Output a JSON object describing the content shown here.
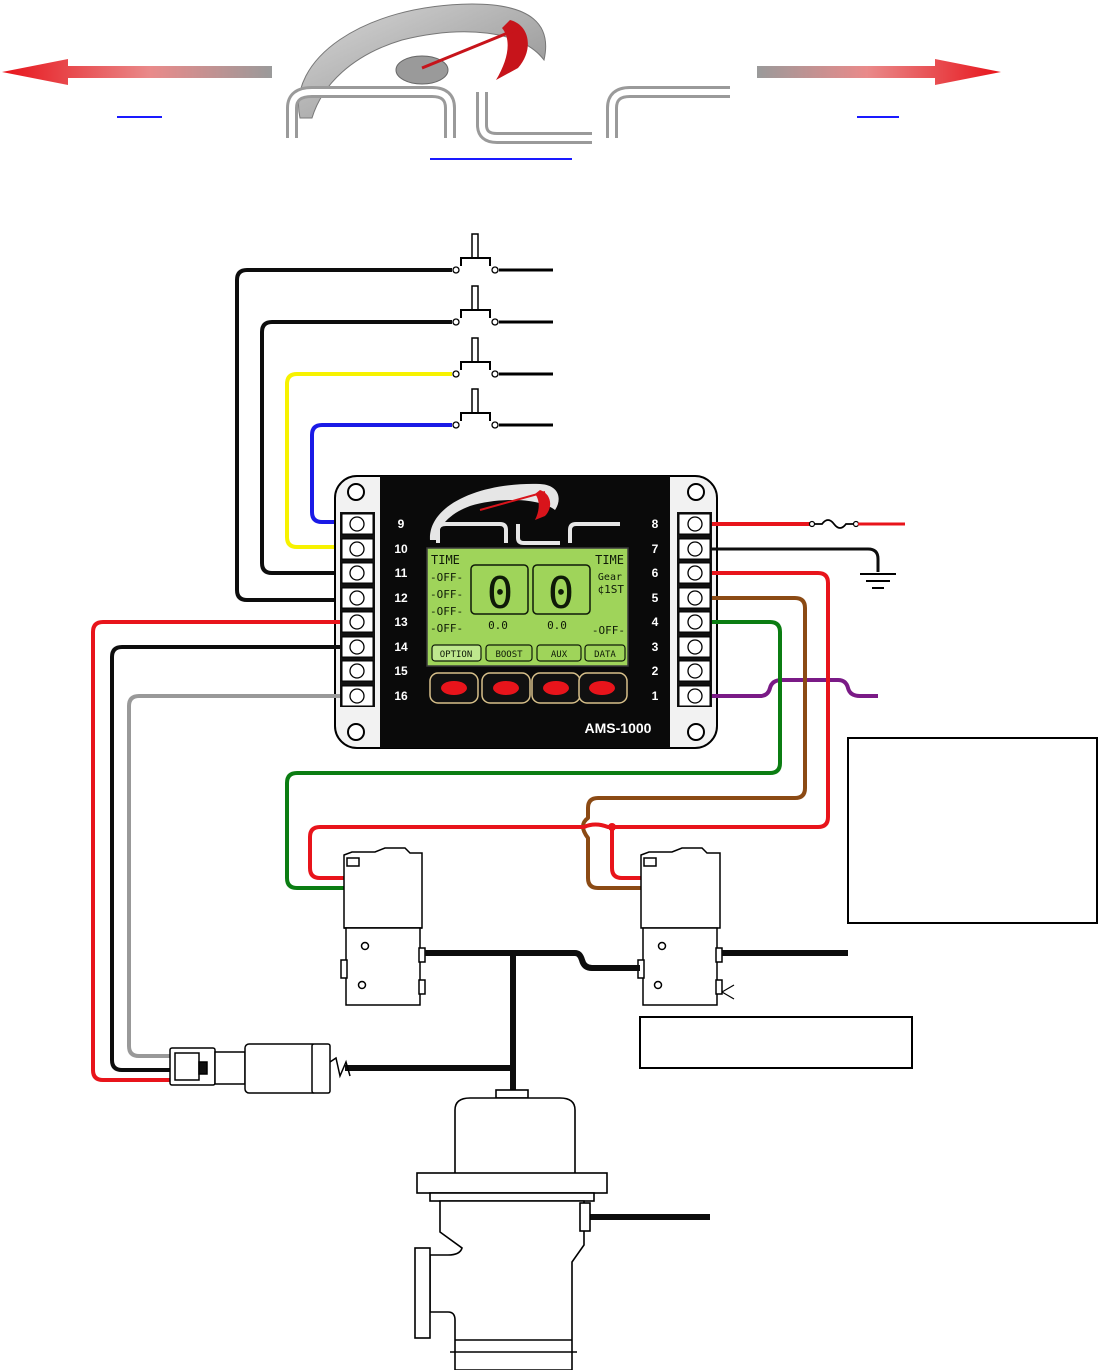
{
  "colors": {
    "wire_red": "#e8141b",
    "wire_black": "#0d0d0d",
    "wire_yellow": "#f7f200",
    "wire_blue": "#1a1ae6",
    "wire_green": "#0b7d12",
    "wire_brown": "#8b4a14",
    "wire_gray": "#999999",
    "wire_purple": "#7a1a86",
    "lcd_green": "#9fd45a",
    "link_blue": "#1a1aff"
  },
  "nav": {
    "prev_icon": "left-arrow-icon",
    "next_icon": "right-arrow-icon"
  },
  "controller": {
    "model": "AMS-1000",
    "left_pins": [
      "9",
      "10",
      "11",
      "12",
      "13",
      "14",
      "15",
      "16"
    ],
    "right_pins": [
      "8",
      "7",
      "6",
      "5",
      "4",
      "3",
      "2",
      "1"
    ],
    "lcd": {
      "left_header": "TIME",
      "right_header": "TIME",
      "left_rows": [
        "-OFF-",
        "-OFF-",
        "-OFF-",
        "-OFF-"
      ],
      "digit_left": "0",
      "digit_right": "0",
      "gear_label": "Gear",
      "gear_value": "¢1ST",
      "value_left": "0.0",
      "value_right": "0.0",
      "right_status": "-OFF-",
      "tabs": [
        "OPTION",
        "BOOST",
        "AUX",
        "DATA"
      ]
    }
  }
}
